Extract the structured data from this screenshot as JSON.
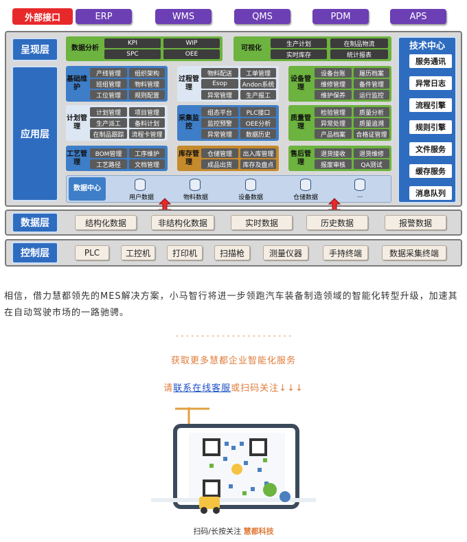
{
  "external": {
    "label": "外部接口",
    "systems": [
      "ERP",
      "WMS",
      "QMS",
      "PDM",
      "APS"
    ]
  },
  "layers": {
    "presentation": "呈现层",
    "application": "应用层",
    "data": "数据层",
    "control": "控制层"
  },
  "presentation": {
    "analysis": {
      "title": "数据分析",
      "items": [
        "KPI",
        "WIP",
        "SPC",
        "OEE"
      ]
    },
    "visual": {
      "title": "可视化",
      "items": [
        "生产计划",
        "在制品物流",
        "实时库存",
        "统计报表"
      ]
    }
  },
  "app": {
    "basic": {
      "title": "基础维护",
      "items": [
        "产线管理",
        "组织架构",
        "班组管理",
        "物料管理",
        "工位管理",
        "规则配置"
      ]
    },
    "process": {
      "title": "过程管理",
      "items": [
        "物料配送",
        "工单管理",
        "Esop",
        "Andon系统",
        "异常管理",
        "生产报工"
      ]
    },
    "equipment": {
      "title": "设备管理",
      "items": [
        "设备台账",
        "履历档案",
        "维修管理",
        "备件管理",
        "维护保养",
        "运行监控"
      ]
    },
    "plan": {
      "title": "计划管理",
      "items": [
        "计划管理",
        "项目管理",
        "生产派工",
        "备料计划",
        "在制品跟踪",
        "流程卡管理"
      ]
    },
    "collect": {
      "title": "采集监控",
      "items": [
        "组态平台",
        "PLC接口",
        "监控预警",
        "OEE分析",
        "异常管理",
        "数据历史"
      ]
    },
    "quality": {
      "title": "质量管理",
      "items": [
        "检验管理",
        "质量分析",
        "异常处理",
        "质量追溯",
        "产品档案",
        "合格证管理"
      ]
    },
    "craft": {
      "title": "工艺管理",
      "items": [
        "BOM管理",
        "工序维护",
        "工艺路径",
        "文档管理"
      ]
    },
    "inventory": {
      "title": "库存管理",
      "items": [
        "仓储管理",
        "出入库管理",
        "成品出货",
        "库存及盘点"
      ]
    },
    "aftersale": {
      "title": "售后管理",
      "items": [
        "退货接收",
        "退货维修",
        "报废审核",
        "QA测试"
      ]
    },
    "datacenter": {
      "title": "数据中心",
      "dbs": [
        "用户数据",
        "物料数据",
        "设备数据",
        "仓储数据",
        "..."
      ]
    }
  },
  "tech": {
    "title": "技术中心",
    "items": [
      "服务通讯",
      "异常日志",
      "流程引擎",
      "规则引擎",
      "文件服务",
      "缓存服务",
      "消息队列"
    ]
  },
  "data_layer": [
    "结构化数据",
    "非结构化数据",
    "实时数据",
    "历史数据",
    "报警数据"
  ],
  "control_layer": [
    "PLC",
    "工控机",
    "打印机",
    "扫描枪",
    "测量仪器",
    "手持终端",
    "数据采集终端"
  ],
  "article": {
    "paragraph": "相信，借力慧都领先的MES解决方案，小马智行将进一步领跑汽车装备制造领域的智能化转型升级，加速其在自动驾驶市场的一路驰骋。",
    "divider": "- - - - - - - - - - - - - - - - - - - - - - -",
    "cta": "获取更多慧都企业智能化服务",
    "cta2_pre": "请",
    "cta2_link": "联系在线客服",
    "cta2_post": "或扫码关注↓↓↓",
    "qr_caption_pre": "扫码/长按关注",
    "qr_caption_brand": "慧都科技"
  },
  "colors": {
    "red": "#e8292b",
    "purple": "#6c3fb4",
    "blue": "#2e6cc0",
    "green": "#6db33f",
    "orange": "#e07b39"
  }
}
